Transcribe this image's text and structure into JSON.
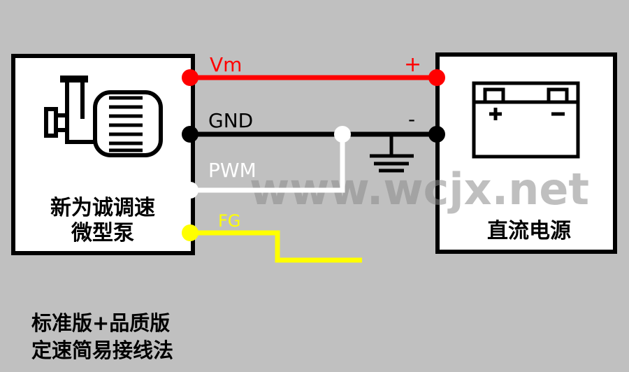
{
  "pump_box": {
    "name_line1": "新为诚调速",
    "name_line2": "微型泵"
  },
  "power_box": {
    "name": "直流电源",
    "battery_plus": "+",
    "battery_minus": "−"
  },
  "wires": {
    "vm": {
      "label": "Vm",
      "color": "#ff0000"
    },
    "gnd": {
      "label": "GND",
      "color": "#000000"
    },
    "pwm": {
      "label": "PWM",
      "color": "#ffffff"
    },
    "fg": {
      "label": "FG",
      "color": "#ffff00"
    }
  },
  "polarity": {
    "plus": "+",
    "minus": "-"
  },
  "watermark": "www.wcjx.net",
  "caption": {
    "line1": "标准版+品质版",
    "line2": "定速简易接线法"
  }
}
